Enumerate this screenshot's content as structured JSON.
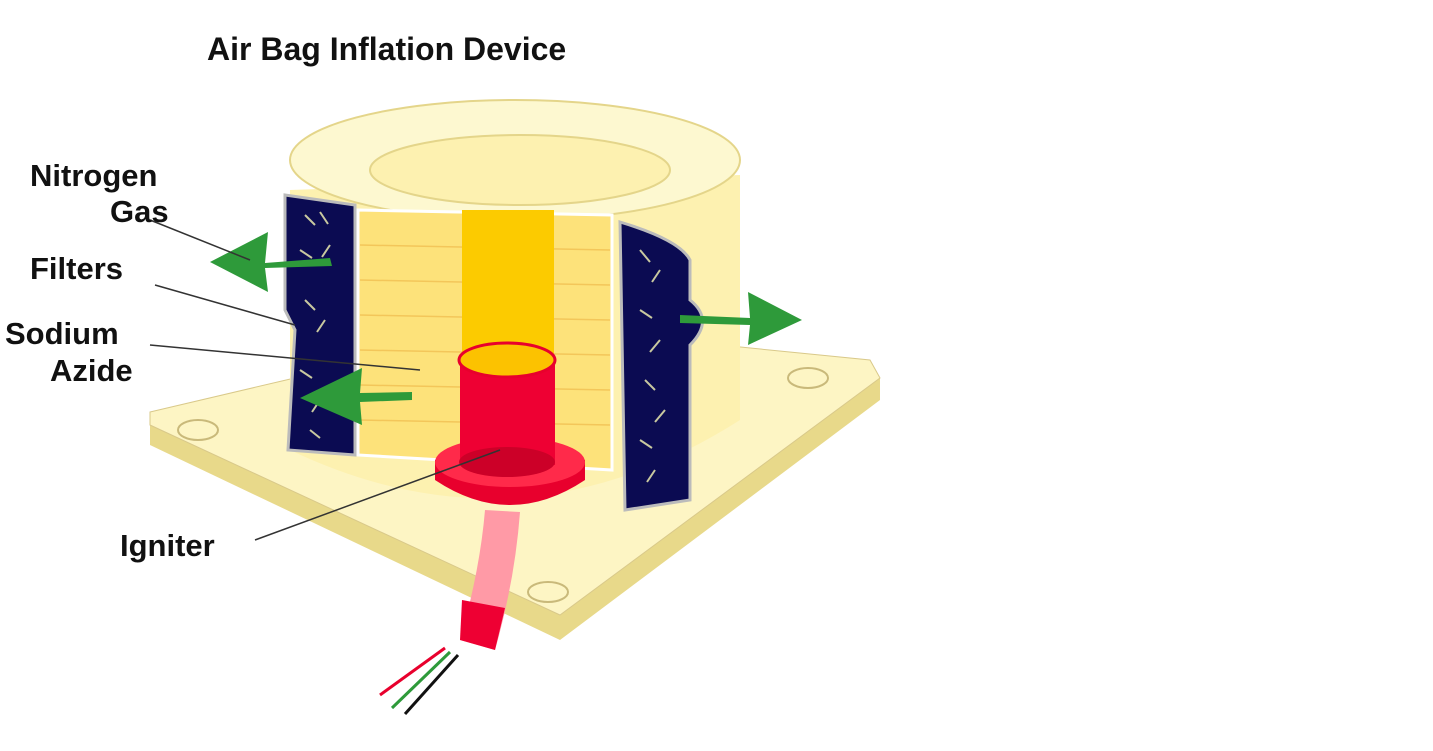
{
  "title": "Air Bag Inflation Device",
  "labels": {
    "nitrogen": "Nitrogen",
    "gas": "Gas",
    "filters": "Filters",
    "sodium": "Sodium",
    "azide": "Azide",
    "igniter": "Igniter"
  },
  "colors": {
    "housing": "#fdf5c4",
    "propellant": "#0b0b52",
    "filter": "#fde27a",
    "core": "#fccb00",
    "igniter": "#ee0033",
    "arrow": "#2e9a3a"
  }
}
